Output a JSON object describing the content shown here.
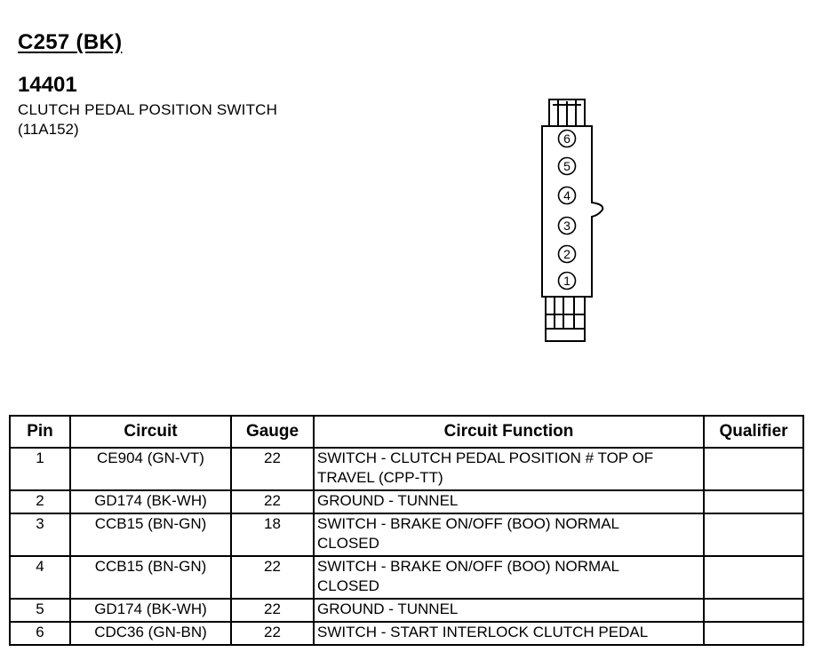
{
  "connector": {
    "id": "C257 (BK)",
    "part_number": "14401",
    "name": "CLUTCH PEDAL POSITION SWITCH",
    "code": "(11A152)",
    "pin_labels": [
      "6",
      "5",
      "4",
      "3",
      "2",
      "1"
    ]
  },
  "table": {
    "headers": {
      "pin": "Pin",
      "circuit": "Circuit",
      "gauge": "Gauge",
      "function": "Circuit Function",
      "qualifier": "Qualifier"
    },
    "rows": [
      {
        "pin": "1",
        "circuit": "CE904 (GN-VT)",
        "gauge": "22",
        "function_line1": "SWITCH - CLUTCH PEDAL POSITION # TOP OF",
        "function_line2": "TRAVEL (CPP-TT)",
        "qualifier": ""
      },
      {
        "pin": "2",
        "circuit": "GD174 (BK-WH)",
        "gauge": "22",
        "function_line1": "GROUND - TUNNEL",
        "function_line2": "",
        "qualifier": ""
      },
      {
        "pin": "3",
        "circuit": "CCB15 (BN-GN)",
        "gauge": "18",
        "function_line1": "SWITCH - BRAKE ON/OFF (BOO) NORMAL",
        "function_line2": "CLOSED",
        "qualifier": ""
      },
      {
        "pin": "4",
        "circuit": "CCB15 (BN-GN)",
        "gauge": "22",
        "function_line1": "SWITCH - BRAKE ON/OFF (BOO) NORMAL",
        "function_line2": "CLOSED",
        "qualifier": ""
      },
      {
        "pin": "5",
        "circuit": "GD174 (BK-WH)",
        "gauge": "22",
        "function_line1": "GROUND - TUNNEL",
        "function_line2": "",
        "qualifier": ""
      },
      {
        "pin": "6",
        "circuit": "CDC36 (GN-BN)",
        "gauge": "22",
        "function_line1": "SWITCH - START INTERLOCK CLUTCH PEDAL",
        "function_line2": "",
        "qualifier": ""
      }
    ]
  }
}
